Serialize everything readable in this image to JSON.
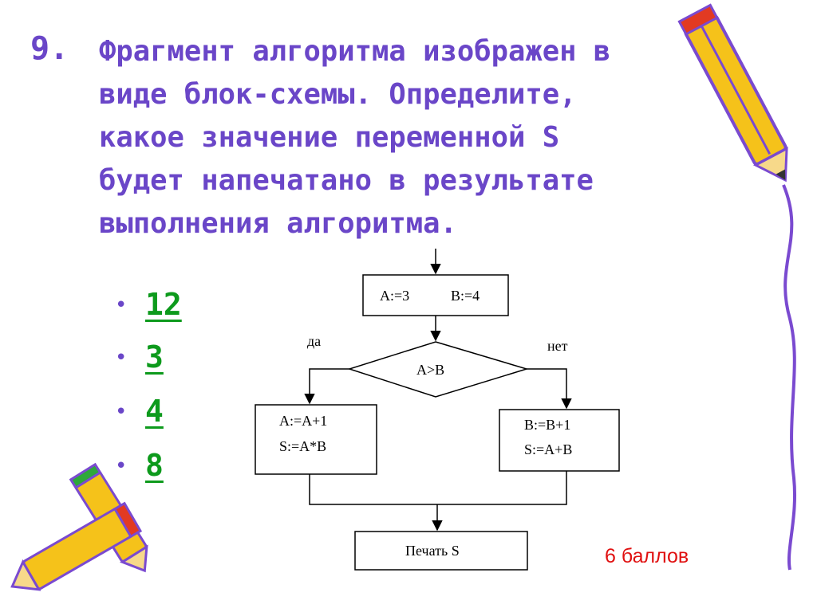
{
  "question": {
    "number": "9.",
    "lines": [
      "Фрагмент алгоритма изображен в",
      "виде блок-схемы. Определите,",
      "какое значение переменной S",
      "будет напечатано в результате",
      "выполнения алгоритма."
    ]
  },
  "answers": [
    {
      "bullet": "•",
      "text": "12"
    },
    {
      "bullet": "•",
      "text": "3"
    },
    {
      "bullet": "•",
      "text": "4"
    },
    {
      "bullet": "•",
      "text": "8"
    }
  ],
  "flowchart": {
    "init_a": "A:=3",
    "init_b": "B:=4",
    "condition": "A>B",
    "yes_label": "да",
    "no_label": "нет",
    "yes_line1": "A:=A+1",
    "yes_line2": "S:=A*B",
    "no_line1": "B:=B+1",
    "no_line2": "S:=A+B",
    "output": "Печать S"
  },
  "score": "6 баллов",
  "colors": {
    "title": "#6a46c8",
    "answer": "#0d9a1c",
    "score": "#e01010",
    "pencil_body": "#f5c21a",
    "pencil_outline": "#7a4ad0"
  },
  "decorations": [
    "pencil-top-right",
    "pencils-bottom-left"
  ]
}
